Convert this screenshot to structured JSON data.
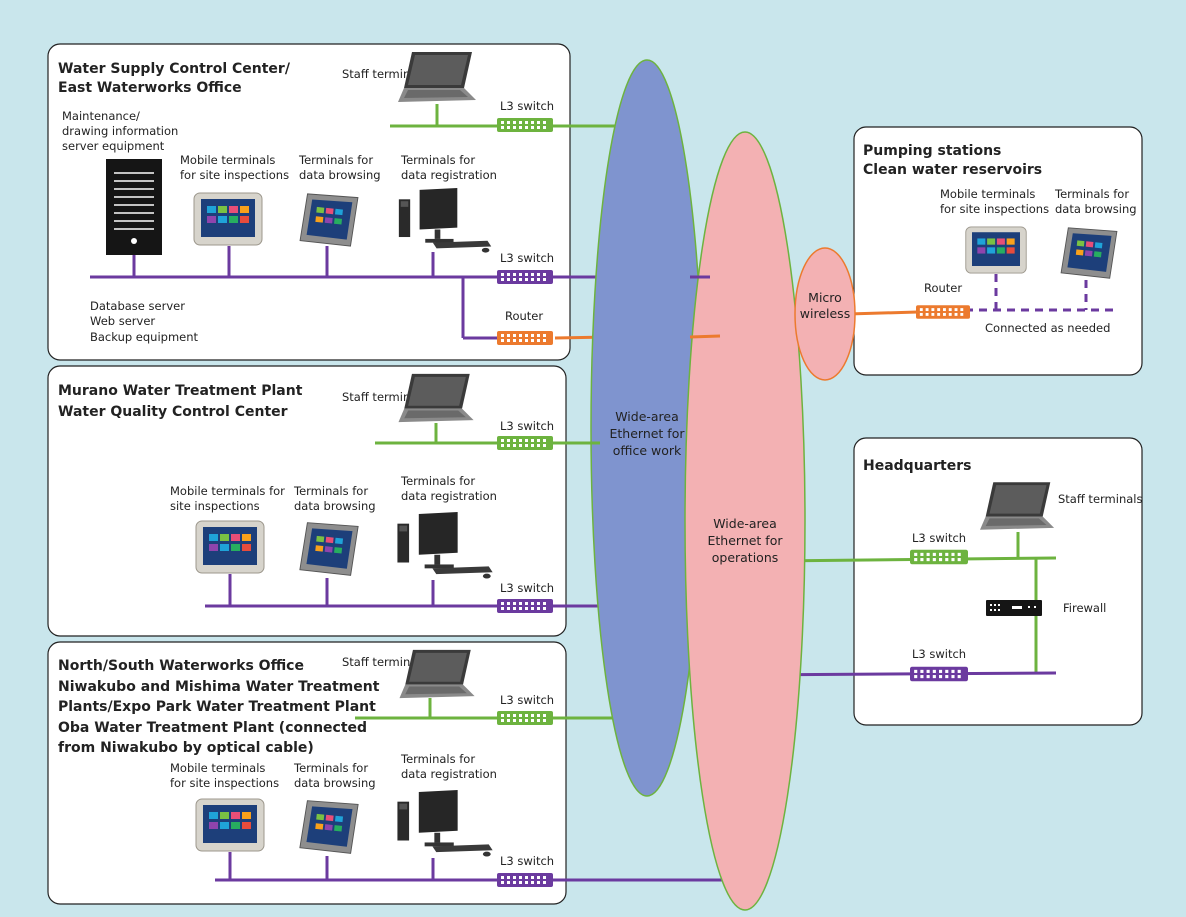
{
  "colors": {
    "background": "#c9e6ec",
    "office_net": "#7f94cf",
    "ops_net": "#f3b1b3",
    "green_line": "#6db33f",
    "purple_line": "#6b3a9f",
    "orange_line": "#ec7a2e"
  },
  "icons": {
    "laptop": "laptop-icon",
    "tablet": "tablet-icon",
    "rugged_tablet": "rugged-tablet-icon",
    "desktop": "desktop-computer-icon",
    "server": "server-tower-icon",
    "switch": "network-switch-icon",
    "firewall": "firewall-icon"
  },
  "networks": {
    "office": {
      "line1": "Wide-area",
      "line2": "Ethernet for",
      "line3": "office work"
    },
    "ops": {
      "line1": "Wide-area",
      "line2": "Ethernet for",
      "line3": "operations"
    },
    "micro": {
      "line1": "Micro",
      "line2": "wireless"
    }
  },
  "sites": {
    "control_center": {
      "title1": "Water Supply Control Center/",
      "title2": "East Waterworks Office",
      "staff_terminals": "Staff terminals",
      "l3_switch_top": "L3 switch",
      "l3_switch_bottom": "L3 switch",
      "router": "Router",
      "server_label1": "Maintenance/",
      "server_label2": "drawing information",
      "server_label3": "server equipment",
      "mobile1": "Mobile terminals",
      "mobile2": "for site inspections",
      "browse1": "Terminals for",
      "browse2": "data browsing",
      "reg1": "Terminals for",
      "reg2": "data registration",
      "db1": "Database server",
      "db2": "Web server",
      "db3": "Backup equipment"
    },
    "murano": {
      "title1": "Murano Water Treatment Plant",
      "title2": "Water Quality Control Center",
      "staff_terminals": "Staff terminals",
      "l3_switch_top": "L3 switch",
      "l3_switch_bottom": "L3 switch",
      "mobile1": "Mobile terminals for",
      "mobile2": "site inspections",
      "browse1": "Terminals for",
      "browse2": "data browsing",
      "reg1": "Terminals for",
      "reg2": "data registration"
    },
    "north_south": {
      "title1": "North/South Waterworks Office",
      "title2": "Niwakubo and Mishima Water Treatment",
      "title3": "Plants/Expo Park Water Treatment Plant",
      "title4": "Oba Water Treatment Plant (connected",
      "title5": "from Niwakubo by optical cable)",
      "staff_terminals": "Staff terminals",
      "l3_switch_top": "L3 switch",
      "l3_switch_bottom": "L3 switch",
      "mobile1": "Mobile terminals",
      "mobile2": "for site inspections",
      "browse1": "Terminals for",
      "browse2": "data browsing",
      "reg1": "Terminals for",
      "reg2": "data registration"
    },
    "pumping": {
      "title1": "Pumping stations",
      "title2": "Clean water reservoirs",
      "mobile1": "Mobile terminals",
      "mobile2": "for site inspections",
      "browse1": "Terminals for",
      "browse2": "data browsing",
      "router": "Router",
      "connected": "Connected as needed"
    },
    "hq": {
      "title": "Headquarters",
      "staff_terminals": "Staff terminals",
      "l3_switch_top": "L3 switch",
      "l3_switch_bottom": "L3 switch",
      "firewall": "Firewall"
    }
  }
}
